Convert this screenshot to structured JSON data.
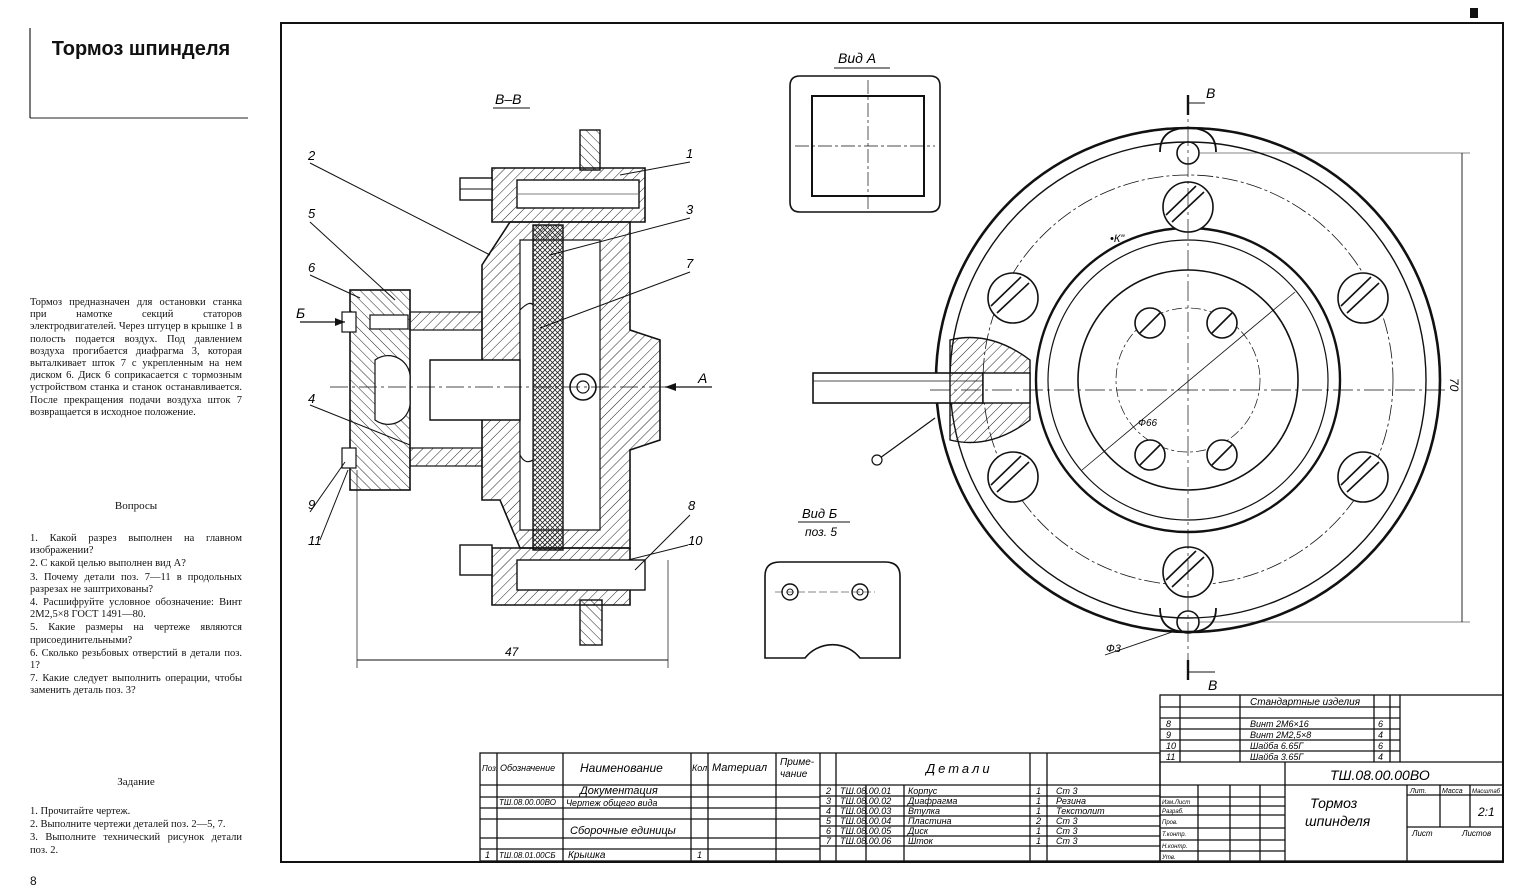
{
  "side": {
    "title": "Тормоз шпинделя",
    "description": "Тормоз предназначен для остановки станка при намотке секций статоров электродвигателей. Через штуцер в крышке 1 в полость подается воздух. Под давлением воздуха прогибается диафрагма 3, которая выталкивает шток 7 с укрепленным на нем диском 6. Диск 6 соприкасается с тормозным устройством станка и станок останавливается. После прекращения подачи воздуха шток 7 возвращается в исходное положение.",
    "questions_heading": "Вопросы",
    "questions": [
      "1. Какой разрез выполнен на главном изображении?",
      "2. С какой целью выполнен вид А?",
      "3. Почему детали поз. 7—11 в продольных разрезах не заштрихованы?",
      "4. Расшифруйте условное обозначение: Винт 2М2,5×8 ГОСТ 1491—80.",
      "5. Какие размеры на чертеже являются присоединительными?",
      "6. Сколько резьбовых отверстий в детали поз. 1?",
      "7. Какие следует выполнить операции, чтобы заменить деталь поз. 3?"
    ],
    "task_heading": "Задание",
    "tasks": [
      "1. Прочитайте чертеж.",
      "2. Выполните чертежи деталей поз. 2—5, 7.",
      "3. Выполните технический рисунок детали поз. 2."
    ],
    "page_number": "8"
  },
  "drawing": {
    "section_label": "В–В",
    "view_a_label": "Вид А",
    "view_b_label": "Вид Б",
    "view_b_sub": "поз. 5",
    "letter_a": "А",
    "letter_b": "Б",
    "letter_v": "В",
    "leaders": [
      "1",
      "2",
      "3",
      "4",
      "5",
      "6",
      "7",
      "8",
      "9",
      "10",
      "11"
    ],
    "dim_47": "47",
    "dim_70": "70",
    "dim_d66": "Ф66",
    "dim_d3": "Ф3",
    "point_k": "•К\""
  },
  "spec": {
    "headers": [
      "Поз.",
      "Обозначение",
      "Наименование",
      "Кол.",
      "Материал",
      "Приме-",
      "чание"
    ],
    "left_rows": [
      {
        "pos": "",
        "code": "",
        "name": "Документация",
        "qty": "",
        "mat": ""
      },
      {
        "pos": "",
        "code": "ТШ.08.00.00ВО",
        "name": "Чертеж общего вида",
        "qty": "",
        "mat": ""
      },
      {
        "pos": "",
        "code": "",
        "name": "",
        "qty": "",
        "mat": ""
      },
      {
        "pos": "",
        "code": "",
        "name": "Сборочные единицы",
        "qty": "",
        "mat": ""
      },
      {
        "pos": "1",
        "code": "ТШ.08.01.00СБ",
        "name": "Крышка",
        "qty": "1",
        "mat": ""
      }
    ],
    "details_heading": "Детали",
    "details": [
      {
        "pos": "2",
        "code": "ТШ.08.00.01",
        "name": "Корпус",
        "qty": "1",
        "mat": "Ст 3"
      },
      {
        "pos": "3",
        "code": "ТШ.08.00.02",
        "name": "Диафрагма",
        "qty": "1",
        "mat": "Резина"
      },
      {
        "pos": "4",
        "code": "ТШ.08.00.03",
        "name": "Втулка",
        "qty": "1",
        "mat": "Текстолит"
      },
      {
        "pos": "5",
        "code": "ТШ.08.00.04",
        "name": "Пластина",
        "qty": "2",
        "mat": "Ст 3"
      },
      {
        "pos": "6",
        "code": "ТШ.08.00.05",
        "name": "Диск",
        "qty": "1",
        "mat": "Ст 3"
      },
      {
        "pos": "7",
        "code": "ТШ.08.00.06",
        "name": "Шток",
        "qty": "1",
        "mat": "Ст 3"
      }
    ],
    "std_heading": "Стандартные изделия",
    "std": [
      {
        "pos": "8",
        "name": "Винт 2М6×16",
        "qty": "6"
      },
      {
        "pos": "9",
        "name": "Винт 2М2,5×8",
        "qty": "4"
      },
      {
        "pos": "10",
        "name": "Шайба 6.65Г",
        "qty": "6"
      },
      {
        "pos": "11",
        "name": "Шайба 3.65Г",
        "qty": "4"
      }
    ],
    "doc_code": "ТШ.08.00.00ВО",
    "doc_title_1": "Тормоз",
    "doc_title_2": "шпинделя",
    "scale": "2:1",
    "lit": "Лит.",
    "mass": "Масса",
    "scale_label": "Масштаб",
    "sheet": "Лист",
    "sheets": "Листов",
    "stamp_rows": [
      "Изм.Лист",
      "Разраб.",
      "Пров.",
      "Т.контр.",
      "Н.контр.",
      "Утв."
    ]
  }
}
